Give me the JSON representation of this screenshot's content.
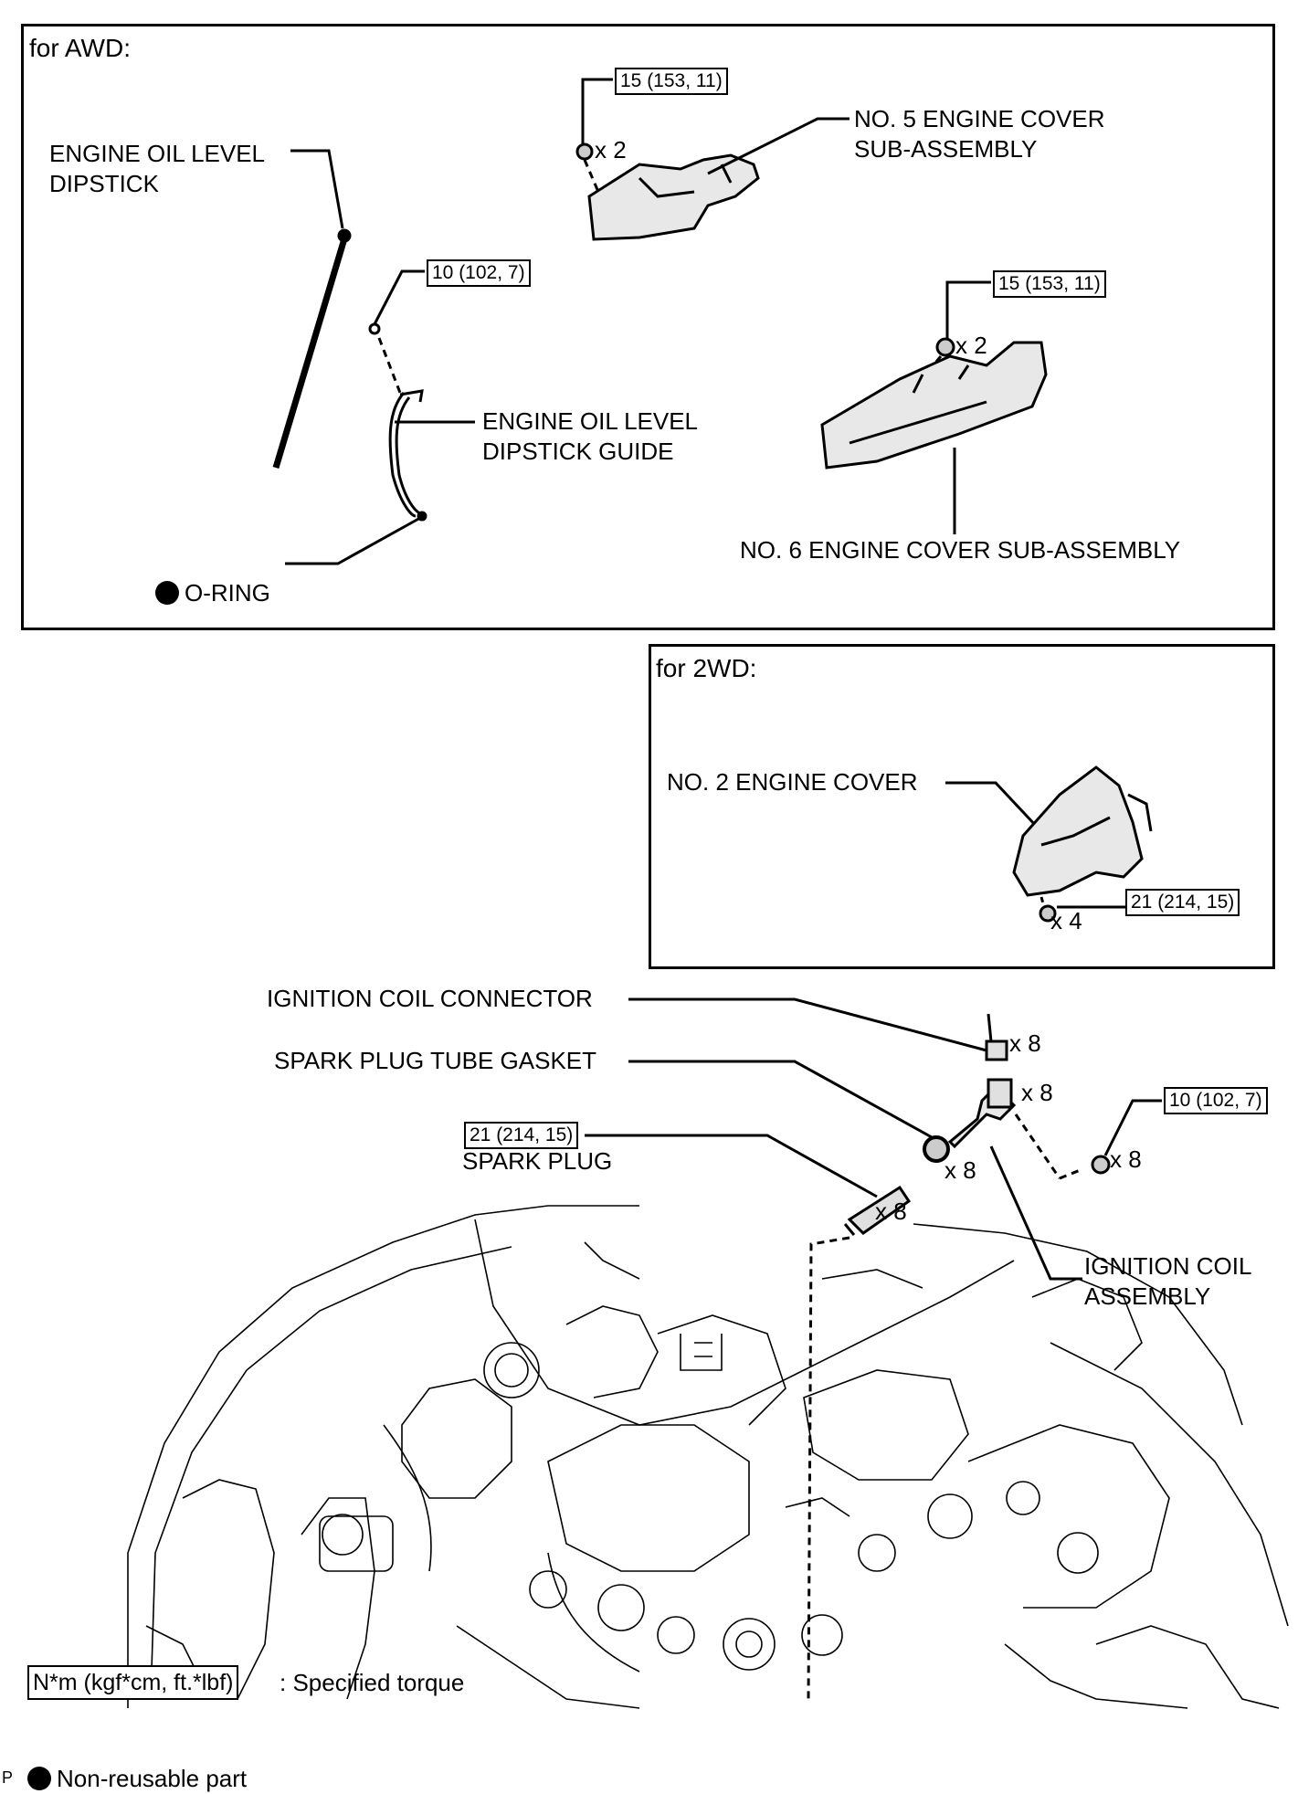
{
  "awd": {
    "title": "for AWD:",
    "dipstick": "ENGINE OIL LEVEL\nDIPSTICK",
    "dipstick_guide": "ENGINE OIL LEVEL\nDIPSTICK GUIDE",
    "o_ring": "O-RING",
    "cover5": "NO. 5 ENGINE COVER\nSUB-ASSEMBLY",
    "cover6": "NO. 6 ENGINE COVER SUB-ASSEMBLY",
    "torque_cover5": "15 (153, 11)",
    "torque_cover6": "15 (153, 11)",
    "torque_guide": "10 (102, 7)",
    "qty_cover5": "x 2",
    "qty_cover6": "x 2"
  },
  "twd": {
    "title": "for 2WD:",
    "cover2": "NO. 2 ENGINE COVER",
    "torque_cover2": "21 (214, 15)",
    "qty_cover2": "x 4"
  },
  "main": {
    "ignition_coil_connector": "IGNITION COIL CONNECTOR",
    "spark_plug_tube_gasket": "SPARK PLUG TUBE GASKET",
    "spark_plug": "SPARK PLUG",
    "ignition_coil_assembly": "IGNITION COIL\nASSEMBLY",
    "torque_spark_plug": "21 (214, 15)",
    "torque_coil_bolt": "10 (102, 7)",
    "qty_connector": "x 8",
    "qty_coil": "x 8",
    "qty_gasket": "x 8",
    "qty_plug": "x 8",
    "qty_bolt": "x 8"
  },
  "legend": {
    "torque_units": "N*m (kgf*cm, ft.*lbf)",
    "torque_desc": ": Specified torque",
    "nonreusable": "Non-reusable part"
  },
  "footer": {
    "mark": "P"
  }
}
